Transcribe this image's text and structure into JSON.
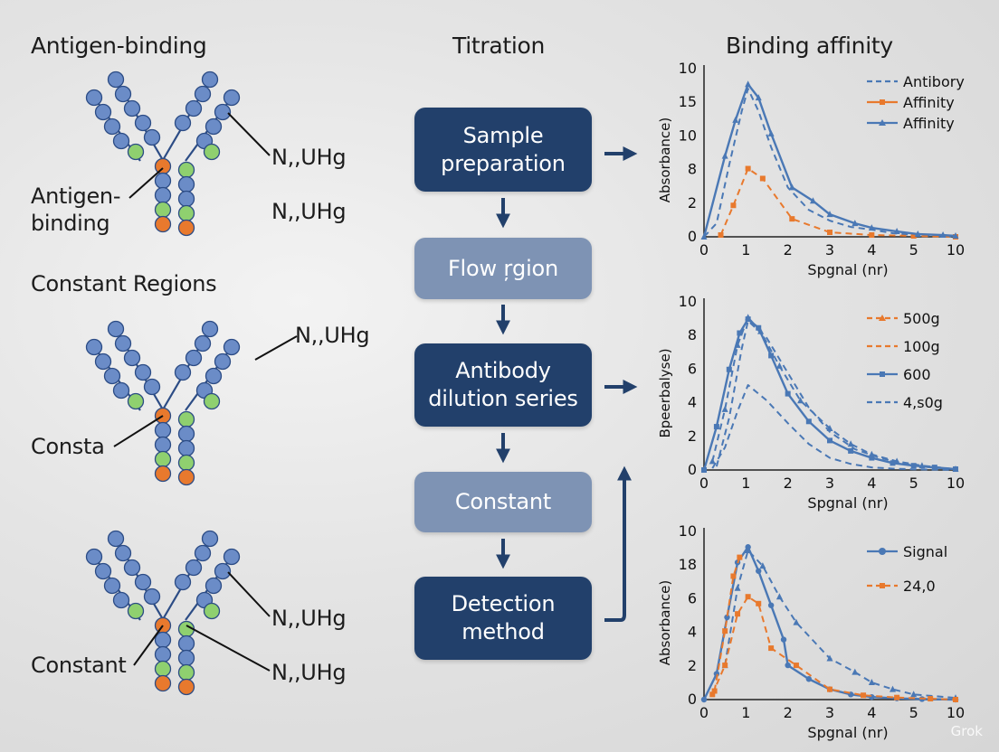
{
  "headings": {
    "left": "Antigen-binding",
    "middle": "Titration",
    "right": "Binding affinity"
  },
  "left_labels": {
    "antigen_binding_1": "Antigen-",
    "antigen_binding_2": "binding",
    "n1": "N,,UHg",
    "n2": "N,,UHg",
    "constant_regions": "Constant Regions",
    "n3": "N,,UHg",
    "consta": "Consta",
    "n4": "N,,UHg",
    "n5": "N,,UHg",
    "constant": "Constant"
  },
  "colors": {
    "chain_blue": "#6b8cc7",
    "chain_stroke": "#2c4c85",
    "green": "#8fd06f",
    "orange": "#e8792d",
    "box_dark": "#22406b",
    "box_light": "#7e93b4",
    "series_blue": "#4a78b5",
    "series_orange": "#e8792d"
  },
  "flow": {
    "steps": [
      {
        "label_1": "Sample",
        "label_2": "preparation"
      },
      {
        "label_1": "Flow ŗgion",
        "label_2": ""
      },
      {
        "label_1": "Antibody",
        "label_2": "dilution series"
      },
      {
        "label_1": "Constant",
        "label_2": ""
      },
      {
        "label_1": "Detection",
        "label_2": "method"
      }
    ]
  },
  "chart_data": [
    {
      "type": "line",
      "ylabel": "Absorbance)",
      "xlabel": "Spgnal (nr)",
      "xticks": [
        "0",
        "1",
        "2",
        "3",
        "4",
        "5",
        "10"
      ],
      "yticks": [
        "0",
        "2",
        "8",
        "10",
        "15",
        "10"
      ],
      "legend_placement": "top-right",
      "legend": [
        "Antibory",
        "Affinity",
        "Affinity"
      ],
      "series": [
        {
          "name": "Antibory",
          "style": "dashed",
          "color": "#4a78b5",
          "marker": "none",
          "x": [
            0,
            0.3,
            0.6,
            0.9,
            1.05,
            1.3,
            1.6,
            2,
            2.5,
            3,
            3.5,
            4,
            4.5,
            5,
            5.5,
            6
          ],
          "y": [
            0,
            1.5,
            8,
            14,
            16.5,
            14,
            10,
            5.5,
            3,
            1.8,
            1.1,
            0.8,
            0.4,
            0.2,
            0.1,
            0
          ]
        },
        {
          "name": "Affinity",
          "style": "dashed",
          "color": "#e8792d",
          "marker": "square",
          "x": [
            0.4,
            0.7,
            1.05,
            1.4,
            2.1,
            3,
            4,
            5,
            6
          ],
          "y": [
            0.2,
            3.5,
            7.6,
            6.5,
            2,
            0.5,
            0.2,
            0.1,
            0
          ]
        },
        {
          "name": "Affinity",
          "style": "solid",
          "color": "#4a78b5",
          "marker": "triangle",
          "x": [
            0,
            0.5,
            0.75,
            1.05,
            1.3,
            1.6,
            2.1,
            2.6,
            3,
            3.6,
            4,
            4.6,
            5.1,
            5.7,
            6
          ],
          "y": [
            0,
            9,
            13,
            17,
            15.5,
            11.5,
            5.5,
            4,
            2.5,
            1.5,
            1,
            0.6,
            0.3,
            0.2,
            0.1
          ]
        }
      ]
    },
    {
      "type": "line",
      "ylabel": "Bpeerbalyse)",
      "xlabel": "Spgnal (nr)",
      "xticks": [
        "0",
        "1",
        "2",
        "3",
        "4",
        "5",
        "10"
      ],
      "yticks": [
        "0",
        "2",
        "4",
        "6",
        "8",
        "10"
      ],
      "legend_placement": "top-right",
      "legend": [
        "500g",
        "100g",
        "600",
        "4,s0g"
      ],
      "series": [
        {
          "name": "600",
          "style": "solid",
          "color": "#4a78b5",
          "marker": "square",
          "x": [
            0,
            0.3,
            0.6,
            0.85,
            1.05,
            1.3,
            1.6,
            2,
            2.5,
            3,
            3.5,
            4,
            4.5,
            5,
            5.5,
            6
          ],
          "y": [
            0,
            2.5,
            5.8,
            7.9,
            8.7,
            8.2,
            6.6,
            4.4,
            2.8,
            1.7,
            1.1,
            0.7,
            0.4,
            0.25,
            0.15,
            0.05
          ]
        },
        {
          "name": "500g",
          "style": "dashed",
          "color": "#4a78b5",
          "marker": "triangle",
          "x": [
            0.2,
            0.5,
            0.8,
            1.05,
            1.35,
            1.8,
            2.3,
            3,
            3.5,
            4,
            4.6,
            5.2,
            6
          ],
          "y": [
            0.5,
            3.5,
            7.2,
            8.8,
            8,
            6,
            4,
            2.4,
            1.5,
            0.9,
            0.5,
            0.25,
            0.05
          ]
        },
        {
          "name": "4,s0g",
          "style": "dashed",
          "color": "#4a78b5",
          "marker": "none",
          "x": [
            0.2,
            0.5,
            0.8,
            1.05,
            1.5,
            2,
            2.5,
            3,
            3.5,
            4,
            4.5,
            5,
            6
          ],
          "y": [
            0.1,
            1.3,
            3.4,
            4.9,
            4,
            2.7,
            1.5,
            0.7,
            0.35,
            0.15,
            0.08,
            0.04,
            0
          ]
        },
        {
          "name": "100g",
          "style": "dashed",
          "color": "#4a78b5",
          "marker": "none",
          "x": [
            0.3,
            0.6,
            0.9,
            1.05,
            1.5,
            2,
            2.5,
            3,
            3.6,
            4.2,
            4.8,
            5.4,
            6
          ],
          "y": [
            0.2,
            3,
            7,
            8.6,
            7.6,
            5.6,
            3.6,
            2.2,
            1.2,
            0.7,
            0.35,
            0.15,
            0.05
          ]
        }
      ]
    },
    {
      "type": "line",
      "ylabel": "Absorbance)",
      "xlabel": "Spgnal (nr)",
      "xticks": [
        "0",
        "1",
        "2",
        "3",
        "4",
        "5",
        "10"
      ],
      "yticks": [
        "0",
        "2",
        "4",
        "6",
        "18",
        "10"
      ],
      "legend_placement": "top-right",
      "legend": [
        "Signal",
        "24,0"
      ],
      "series": [
        {
          "name": "Signal",
          "style": "solid",
          "color": "#4a78b5",
          "marker": "circle",
          "x": [
            0,
            0.3,
            0.55,
            0.8,
            1.05,
            1.3,
            1.6,
            1.9,
            2,
            2.5,
            3,
            3.5,
            4,
            4.6,
            5.2,
            6
          ],
          "y": [
            0,
            1.5,
            4.8,
            8,
            8.9,
            7.5,
            5.5,
            3.5,
            2,
            1.2,
            0.6,
            0.3,
            0.15,
            0.07,
            0.03,
            0
          ]
        },
        {
          "name": "dashed-blue",
          "style": "dashed",
          "color": "#4a78b5",
          "marker": "triangle",
          "x": [
            0.5,
            0.8,
            1.05,
            1.4,
            1.8,
            2.2,
            3,
            3.6,
            4,
            4.5,
            5,
            6
          ],
          "y": [
            2,
            6.5,
            8.7,
            7.8,
            6,
            4.5,
            2.4,
            1.6,
            1,
            0.6,
            0.3,
            0.1
          ]
        },
        {
          "name": "24,0",
          "style": "dashed",
          "color": "#e8792d",
          "marker": "square",
          "x": [
            0.2,
            0.5,
            0.8,
            1.05,
            1.3,
            1.6,
            2.2,
            3,
            3.8,
            4.6,
            5.4,
            6
          ],
          "y": [
            0.3,
            2,
            5,
            6,
            5.6,
            3,
            2,
            0.6,
            0.25,
            0.12,
            0.05,
            0
          ]
        },
        {
          "name": "orange-peak",
          "style": "dashed",
          "color": "#e8792d",
          "marker": "square",
          "x": [
            0.25,
            0.5,
            0.7,
            0.85
          ],
          "y": [
            0.5,
            4,
            7.2,
            8.3
          ]
        }
      ]
    }
  ],
  "watermark": "Grok"
}
